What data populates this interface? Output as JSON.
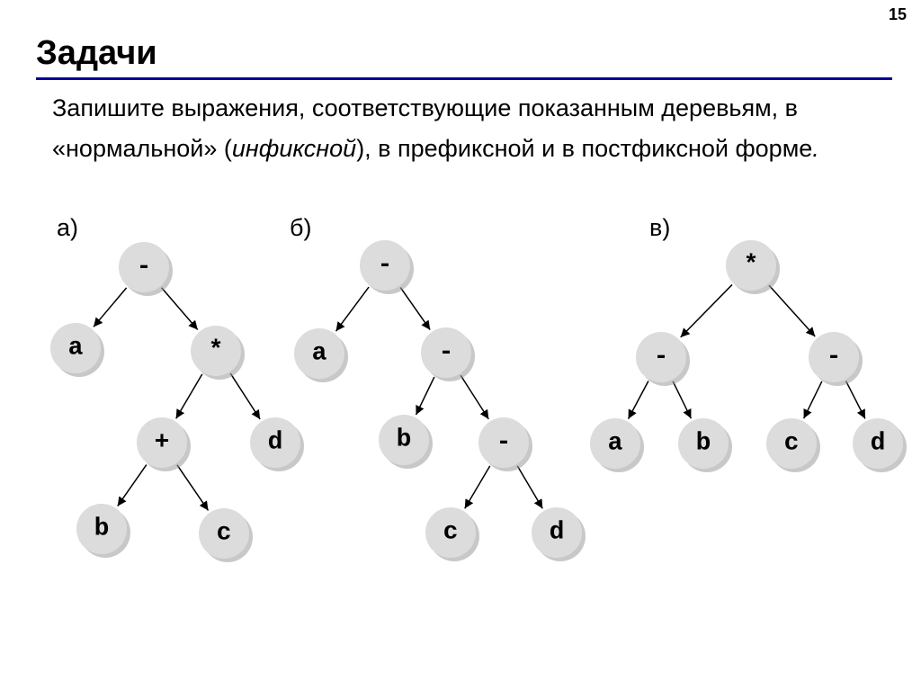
{
  "slide": {
    "page_number": "15",
    "title": "Задачи",
    "task_text": {
      "before_italic": "Запишите выражения, соответствующие показанным деревьям, в «нормальной» (",
      "italic": "инфиксной",
      "after_italic": "), в префиксной и в постфиксной форме",
      "final_period": "."
    }
  },
  "trees": [
    {
      "label": "а)",
      "nodes": [
        {
          "id": "a1",
          "text": "-"
        },
        {
          "id": "a2",
          "text": "a"
        },
        {
          "id": "a3",
          "text": "*"
        },
        {
          "id": "a4",
          "text": "+"
        },
        {
          "id": "a5",
          "text": "d"
        },
        {
          "id": "a6",
          "text": "b"
        },
        {
          "id": "a7",
          "text": "c"
        }
      ],
      "edges": [
        [
          "a1",
          "a2"
        ],
        [
          "a1",
          "a3"
        ],
        [
          "a3",
          "a4"
        ],
        [
          "a3",
          "a5"
        ],
        [
          "a4",
          "a6"
        ],
        [
          "a4",
          "a7"
        ]
      ]
    },
    {
      "label": "б)",
      "nodes": [
        {
          "id": "b1",
          "text": "-"
        },
        {
          "id": "b2",
          "text": "a"
        },
        {
          "id": "b3",
          "text": "-"
        },
        {
          "id": "b4",
          "text": "b"
        },
        {
          "id": "b5",
          "text": "-"
        },
        {
          "id": "b6",
          "text": "c"
        },
        {
          "id": "b7",
          "text": "d"
        }
      ],
      "edges": [
        [
          "b1",
          "b2"
        ],
        [
          "b1",
          "b3"
        ],
        [
          "b3",
          "b4"
        ],
        [
          "b3",
          "b5"
        ],
        [
          "b5",
          "b6"
        ],
        [
          "b5",
          "b7"
        ]
      ]
    },
    {
      "label": "в)",
      "nodes": [
        {
          "id": "c1",
          "text": "*"
        },
        {
          "id": "c2",
          "text": "-"
        },
        {
          "id": "c3",
          "text": "-"
        },
        {
          "id": "c4",
          "text": "a"
        },
        {
          "id": "c5",
          "text": "b"
        },
        {
          "id": "c6",
          "text": "c"
        },
        {
          "id": "c7",
          "text": "d"
        }
      ],
      "edges": [
        [
          "c1",
          "c2"
        ],
        [
          "c1",
          "c3"
        ],
        [
          "c2",
          "c4"
        ],
        [
          "c2",
          "c5"
        ],
        [
          "c3",
          "c6"
        ],
        [
          "c3",
          "c7"
        ]
      ]
    }
  ],
  "colors": {
    "title_rule": "#000099",
    "node_fill": "#dcdcdc",
    "node_shadow": "#9a9a9a",
    "edge": "#000000"
  }
}
